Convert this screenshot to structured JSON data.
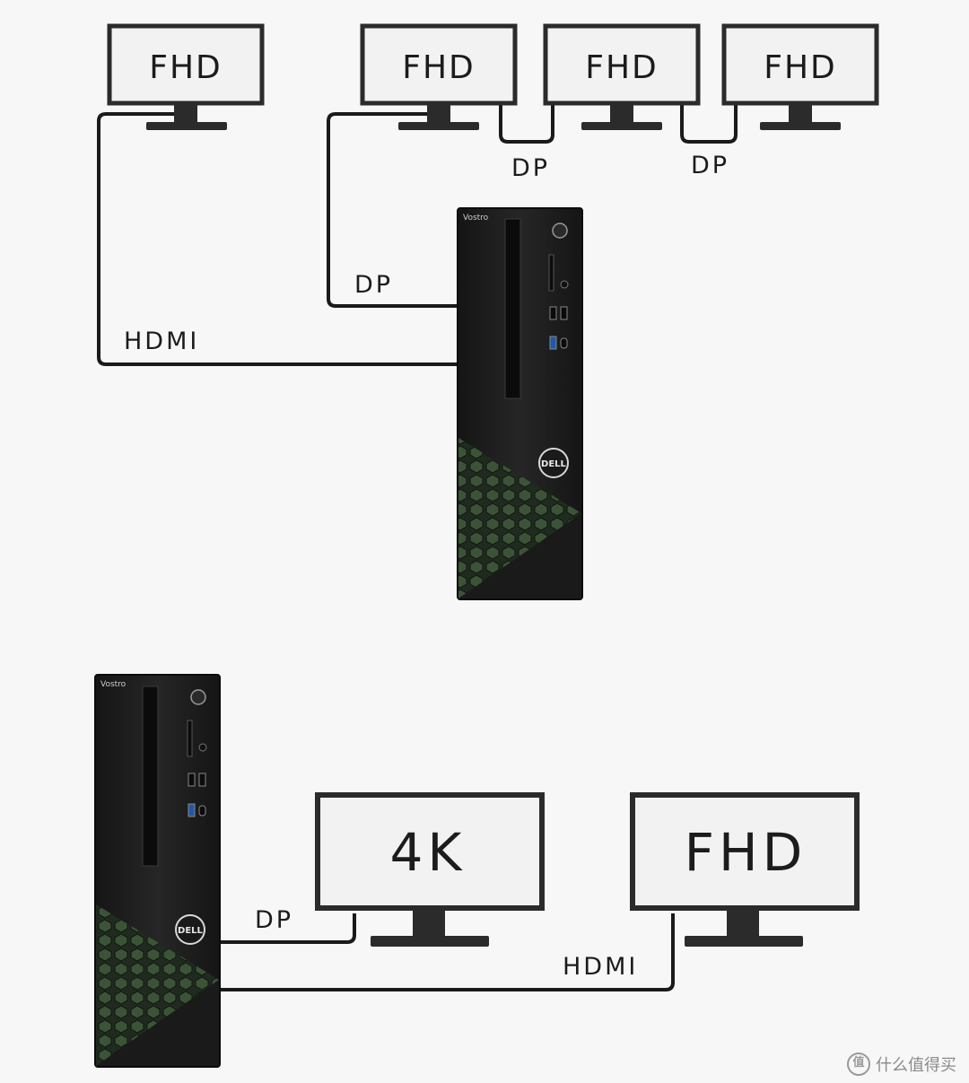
{
  "top": {
    "monitor_left": "FHD",
    "monitor_chain_1": "FHD",
    "monitor_chain_2": "FHD",
    "monitor_chain_3": "FHD",
    "cable_hdmi": "HDMI",
    "cable_dp_pc": "DP",
    "cable_dp_chain_1": "DP",
    "cable_dp_chain_2": "DP",
    "pc_brand": "Vostro",
    "pc_logo": "DELL"
  },
  "bottom": {
    "monitor_4k": "4K",
    "monitor_fhd": "FHD",
    "cable_dp": "DP",
    "cable_hdmi": "HDMI",
    "pc_brand": "Vostro",
    "pc_logo": "DELL"
  },
  "watermark": {
    "text": "什么值得买",
    "icon": "zhi-badge-icon"
  },
  "colors": {
    "monitor_bezel": "#2b2b2b",
    "screen": "#f2f2f2",
    "pc_body": "#1c1c1c",
    "pc_accent": "#3f5b3a",
    "cable": "#1a1a1a",
    "background": "#f7f7f7"
  }
}
